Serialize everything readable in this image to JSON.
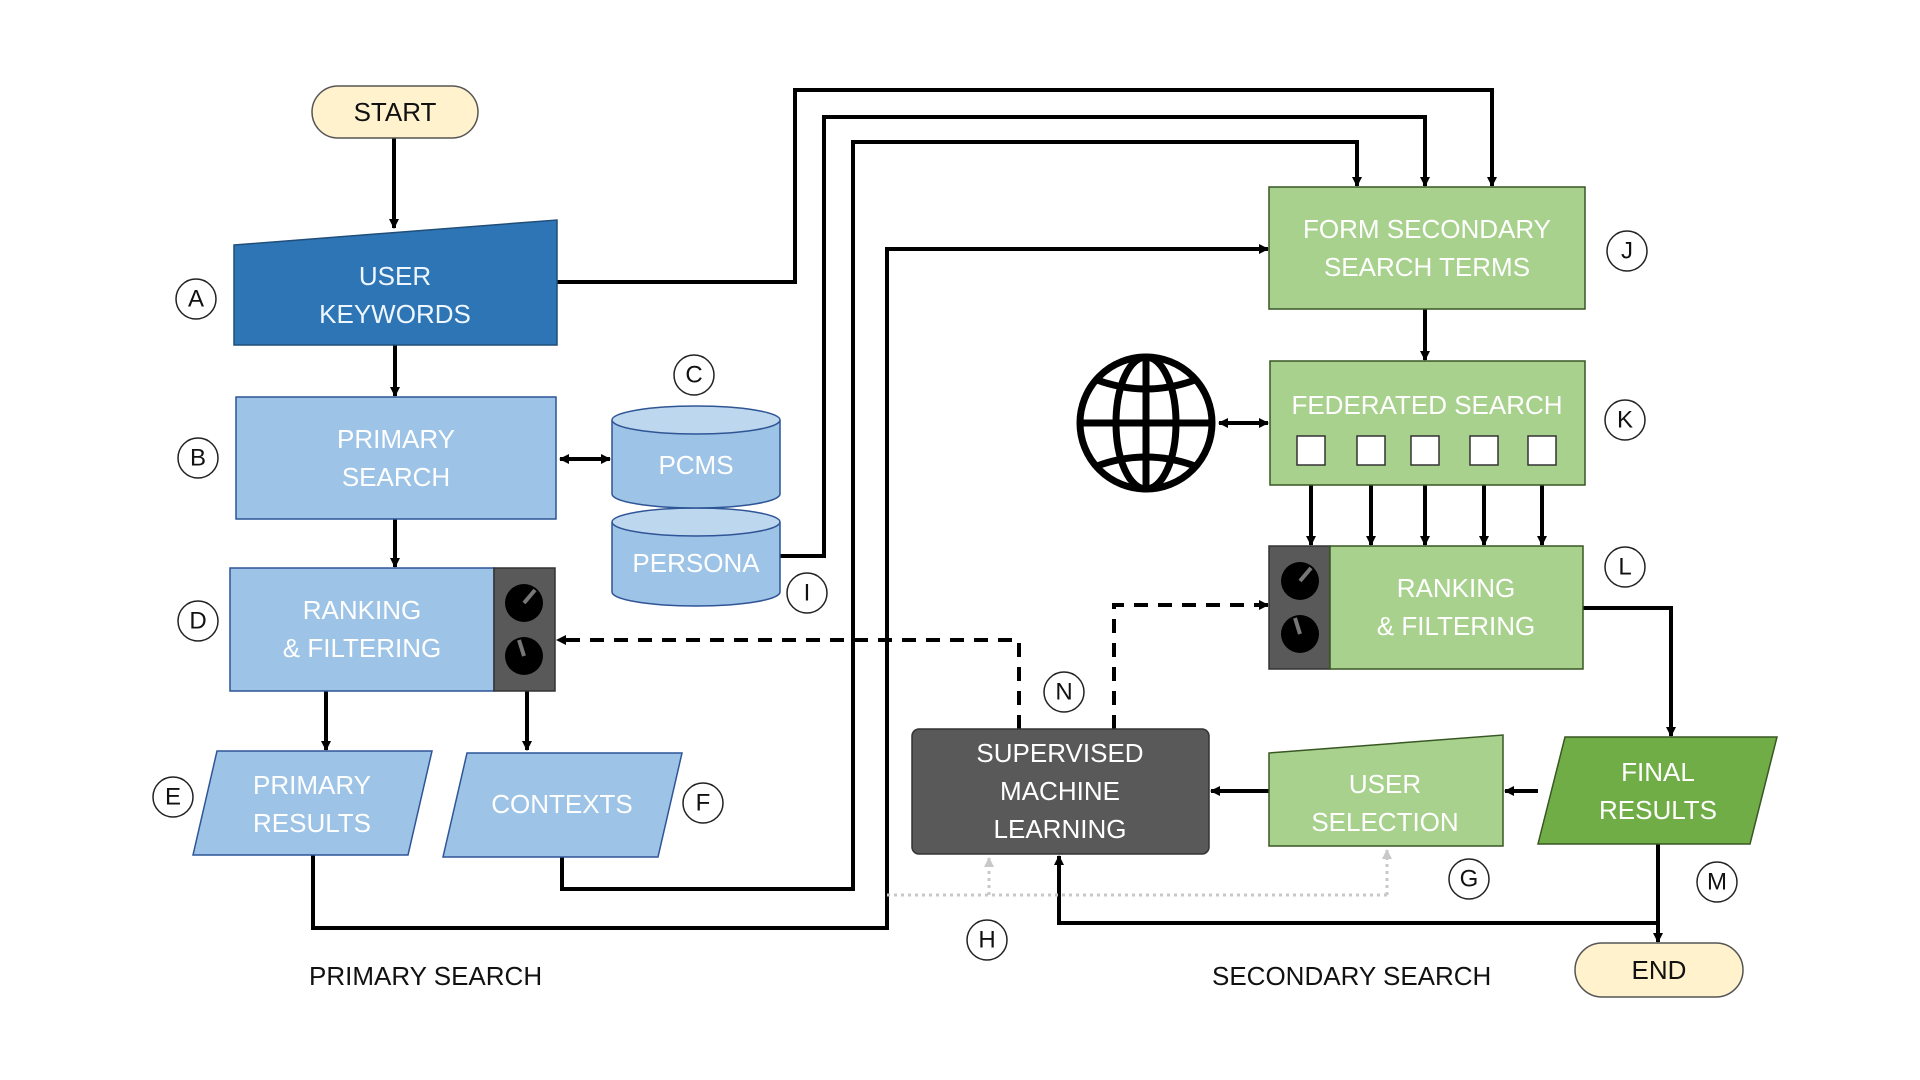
{
  "diagram": {
    "start": "START",
    "end": "END",
    "nodes": {
      "user_keywords": [
        "USER",
        "KEYWORDS"
      ],
      "primary_search": [
        "PRIMARY",
        "SEARCH"
      ],
      "pcms": "PCMS",
      "persona": "PERSONA",
      "ranking_primary": [
        "RANKING",
        "& FILTERING"
      ],
      "primary_results": [
        "PRIMARY",
        "RESULTS"
      ],
      "contexts": "CONTEXTS",
      "form_secondary": [
        "FORM SECONDARY",
        "SEARCH TERMS"
      ],
      "federated_search": "FEDERATED SEARCH",
      "ranking_secondary": [
        "RANKING",
        "& FILTERING"
      ],
      "supervised_ml": [
        "SUPERVISED",
        "MACHINE",
        "LEARNING"
      ],
      "user_selection": [
        "USER",
        "SELECTION"
      ],
      "final_results": [
        "FINAL",
        "RESULTS"
      ]
    },
    "markers": {
      "A": "A",
      "B": "B",
      "C": "C",
      "D": "D",
      "E": "E",
      "F": "F",
      "G": "G",
      "H": "H",
      "I": "I",
      "J": "J",
      "K": "K",
      "L": "L",
      "M": "M",
      "N": "N"
    },
    "sections": {
      "primary": "PRIMARY SEARCH",
      "secondary": "SECONDARY SEARCH"
    },
    "icons": {
      "globe": "globe-icon",
      "knob": "knob-icon"
    },
    "colors": {
      "dark_blue": "#2E75B6",
      "light_blue": "#9DC3E6",
      "light_green": "#A9D18E",
      "dark_green": "#70AD47",
      "dark_gray": "#595959",
      "terminal": "#FFF2CC"
    }
  }
}
